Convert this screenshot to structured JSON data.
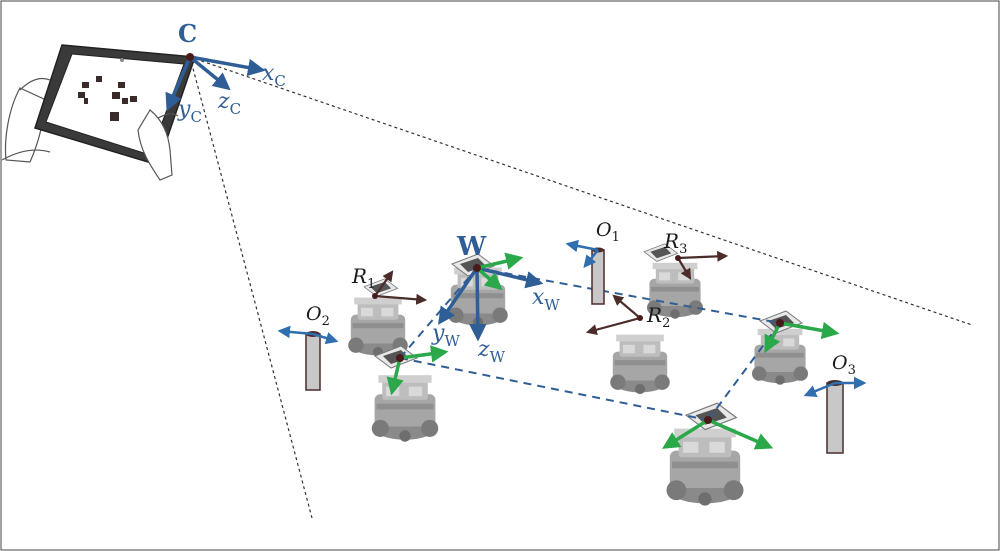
{
  "labels": {
    "camera": "C",
    "camera_x": "x",
    "camera_x_sub": "C",
    "camera_y": "y",
    "camera_y_sub": "C",
    "camera_z": "z",
    "camera_z_sub": "C",
    "world": "W",
    "world_x": "x",
    "world_x_sub": "W",
    "world_y": "y",
    "world_y_sub": "W",
    "world_z": "z",
    "world_z_sub": "W",
    "robot1": "R",
    "robot1_sub": "1",
    "robot2": "R",
    "robot2_sub": "2",
    "robot3": "R",
    "robot3_sub": "3",
    "obstacle1": "O",
    "obstacle1_sub": "1",
    "obstacle2": "O",
    "obstacle2_sub": "2",
    "obstacle3": "O",
    "obstacle3_sub": "3"
  },
  "colors": {
    "camera_frame": "#2f5d95",
    "world_frame": "#2f5d95",
    "robot_frame": "#4a2c2a",
    "marker_frame": "#2aa84a",
    "obstacle_frame": "#2f6fb0",
    "formation_link": "#2f5d95",
    "view_frustum": "#333333",
    "robot_body": "#9a9a9a",
    "obstacle_body": "#c8c8c8"
  }
}
